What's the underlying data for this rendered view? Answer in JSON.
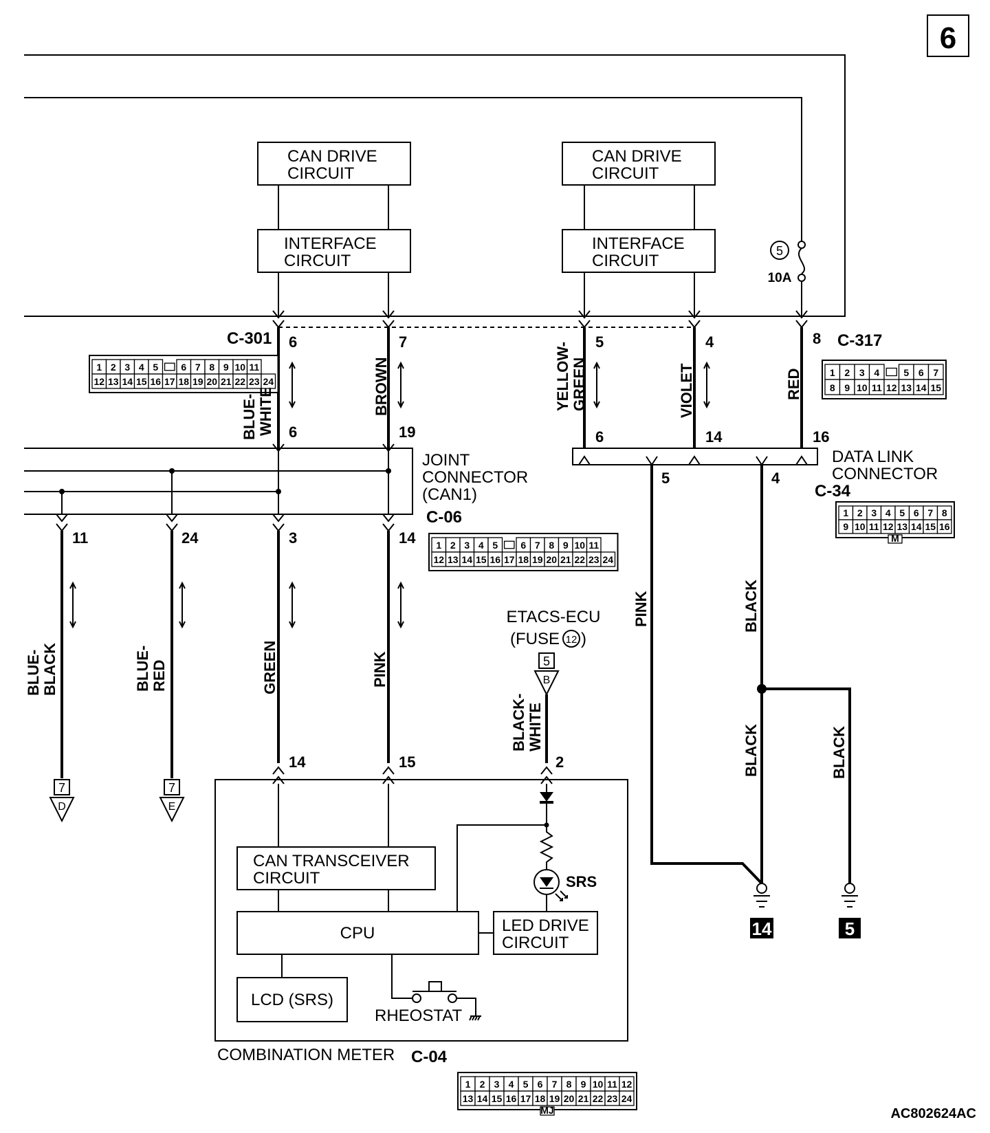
{
  "page_number": "6",
  "figure_id": "AC802624AC",
  "blocks": {
    "can_drive_left": "CAN DRIVE\nCIRCUIT",
    "can_drive_right": "CAN DRIVE\nCIRCUIT",
    "interface_left": "INTERFACE\nCIRCUIT",
    "interface_right": "INTERFACE\nCIRCUIT",
    "can_transceiver": "CAN TRANSCEIVER\nCIRCUIT",
    "cpu": "CPU",
    "led_drive": "LED DRIVE\nCIRCUIT",
    "lcd": "LCD (SRS)",
    "rheostat": "RHEOSTAT",
    "srs": "SRS",
    "combination_meter": "COMBINATION METER",
    "joint_connector": "JOINT\nCONNECTOR\n(CAN1)",
    "data_link_connector": "DATA LINK\nCONNECTOR",
    "etacs_ecu": "ETACS-ECU",
    "fuse_label": "(FUSE",
    "fuse_number": "12",
    "fuse_box_number": "5",
    "fuse_box_letter": "B",
    "inline_fuse_number": "5",
    "inline_fuse_rating": "10A"
  },
  "connectors": {
    "c301": {
      "id": "C-301",
      "row1": [
        "1",
        "2",
        "3",
        "4",
        "5",
        "",
        "6",
        "7",
        "8",
        "9",
        "10",
        "11"
      ],
      "row2": [
        "12",
        "13",
        "14",
        "15",
        "16",
        "17",
        "18",
        "19",
        "20",
        "21",
        "22",
        "23",
        "24"
      ]
    },
    "c317": {
      "id": "C-317",
      "row1": [
        "1",
        "2",
        "3",
        "4",
        "",
        "5",
        "6",
        "7"
      ],
      "row2": [
        "8",
        "9",
        "10",
        "11",
        "12",
        "13",
        "14",
        "15"
      ]
    },
    "c06": {
      "id": "C-06",
      "row1": [
        "1",
        "2",
        "3",
        "4",
        "5",
        "",
        "6",
        "7",
        "8",
        "9",
        "10",
        "11"
      ],
      "row2": [
        "12",
        "13",
        "14",
        "15",
        "16",
        "17",
        "18",
        "19",
        "20",
        "21",
        "22",
        "23",
        "24"
      ]
    },
    "c34": {
      "id": "C-34",
      "row1": [
        "1",
        "2",
        "3",
        "4",
        "5",
        "6",
        "7",
        "8"
      ],
      "row2": [
        "9",
        "10",
        "11",
        "12",
        "13",
        "14",
        "15",
        "16"
      ],
      "mark": "M"
    },
    "c04": {
      "id": "C-04",
      "row1": [
        "1",
        "2",
        "3",
        "4",
        "5",
        "6",
        "7",
        "8",
        "9",
        "10",
        "11",
        "12"
      ],
      "row2": [
        "13",
        "14",
        "15",
        "16",
        "17",
        "18",
        "19",
        "20",
        "21",
        "22",
        "23",
        "24"
      ],
      "mark": "MJ"
    }
  },
  "wires": {
    "blue_white": "BLUE-\nWHITE",
    "brown": "BROWN",
    "yellow_green": "YELLOW-\nGREEN",
    "violet": "VIOLET",
    "red": "RED",
    "blue_black": "BLUE-\nBLACK",
    "blue_red": "BLUE-\nRED",
    "green": "GREEN",
    "pink_left": "PINK",
    "black_white": "BLACK-\nWHITE",
    "pink_right": "PINK",
    "black_1": "BLACK",
    "black_2": "BLACK",
    "black_3": "BLACK"
  },
  "pins": {
    "c301_6": "6",
    "c301_7": "7",
    "c317_5": "5",
    "c317_4": "4",
    "c317_8": "8",
    "jc_6": "6",
    "jc_19": "19",
    "dlc_6": "6",
    "dlc_14": "14",
    "dlc_16": "16",
    "dlc_5": "5",
    "dlc_4": "4",
    "jc_11": "11",
    "jc_24": "24",
    "jc_3": "3",
    "jc_14": "14",
    "meter_14": "14",
    "meter_15": "15",
    "meter_2": "2"
  },
  "off_page": {
    "d_num": "7",
    "d_letter": "D",
    "e_num": "7",
    "e_letter": "E"
  },
  "grounds": {
    "g14": "14",
    "g5": "5"
  }
}
